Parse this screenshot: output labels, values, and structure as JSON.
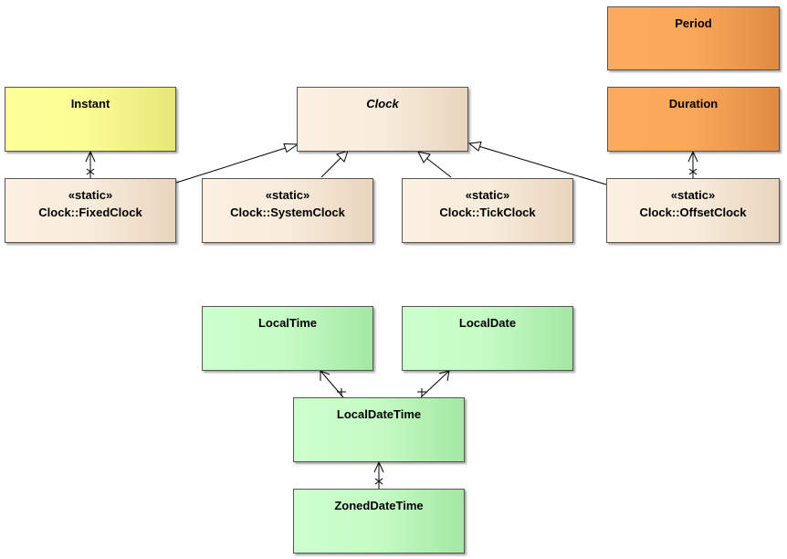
{
  "diagram": {
    "classes": {
      "period": "Period",
      "instant": "Instant",
      "clock": "Clock",
      "duration": "Duration",
      "fixed_clock": {
        "stereotype": "«static»",
        "name": "Clock::FixedClock"
      },
      "system_clock": {
        "stereotype": "«static»",
        "name": "Clock::SystemClock"
      },
      "tick_clock": {
        "stereotype": "«static»",
        "name": "Clock::TickClock"
      },
      "offset_clock": {
        "stereotype": "«static»",
        "name": "Clock::OffsetClock"
      },
      "local_time": "LocalTime",
      "local_date": "LocalDate",
      "local_date_time": "LocalDateTime",
      "zoned_date_time": "ZonedDateTime"
    },
    "colors": {
      "yellow": "#ffff99",
      "beige": "#f8ecdc",
      "orange": "#fba75a",
      "green": "#ccffcc",
      "line": "#000000"
    }
  }
}
